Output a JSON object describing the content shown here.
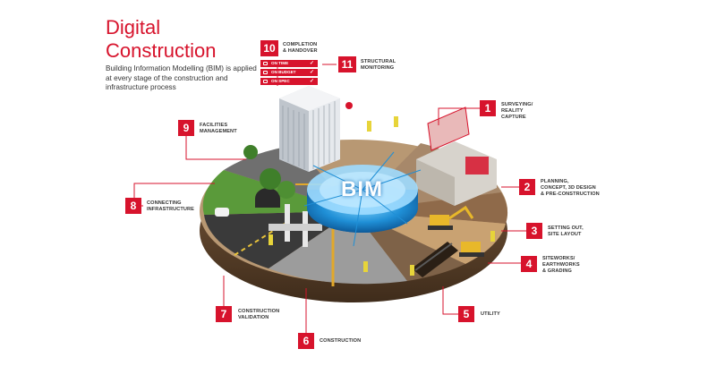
{
  "header": {
    "title_line1": "Digital",
    "title_line2": "Construction",
    "subtitle": "Building Information Modelling (BIM) is applied at every stage of the construction and infrastructure process"
  },
  "hub": {
    "label": "BIM"
  },
  "status_pills": [
    {
      "label": "ON TIME",
      "icon": "clock-icon",
      "check": "✓"
    },
    {
      "label": "ON BUDGET",
      "icon": "money-icon",
      "check": "✓"
    },
    {
      "label": "ON SPEC",
      "icon": "document-icon",
      "check": "✓"
    }
  ],
  "stages": [
    {
      "number": "1",
      "line1": "SURVEYING/",
      "line2": "REALITY",
      "line3": "CAPTURE"
    },
    {
      "number": "2",
      "line1": "PLANNING,",
      "line2": "CONCEPT, 3D DESIGN",
      "line3": "& PRE-CONSTRUCTION"
    },
    {
      "number": "3",
      "line1": "SETTING OUT,",
      "line2": "SITE LAYOUT",
      "line3": ""
    },
    {
      "number": "4",
      "line1": "SITEWORKS/",
      "line2": "EARTHWORKS",
      "line3": "& GRADING"
    },
    {
      "number": "5",
      "line1": "UTILITY",
      "line2": "",
      "line3": ""
    },
    {
      "number": "6",
      "line1": "CONSTRUCTION",
      "line2": "",
      "line3": ""
    },
    {
      "number": "7",
      "line1": "CONSTRUCTION",
      "line2": "VALIDATION",
      "line3": ""
    },
    {
      "number": "8",
      "line1": "CONNECTING",
      "line2": "INFRASTRUCTURE",
      "line3": ""
    },
    {
      "number": "9",
      "line1": "FACILITIES",
      "line2": "MANAGEMENT",
      "line3": ""
    },
    {
      "number": "10",
      "line1": "COMPLETION",
      "line2": "& HANDOVER",
      "line3": ""
    },
    {
      "number": "11",
      "line1": "STRUCTURAL",
      "line2": "MONITORING",
      "line3": ""
    }
  ],
  "colors": {
    "accent": "#d7132c",
    "soil": "#8a6a4a",
    "bim_blue": "#1f8fd6",
    "grass": "#5a9a3a",
    "road": "#3a3a3a"
  }
}
